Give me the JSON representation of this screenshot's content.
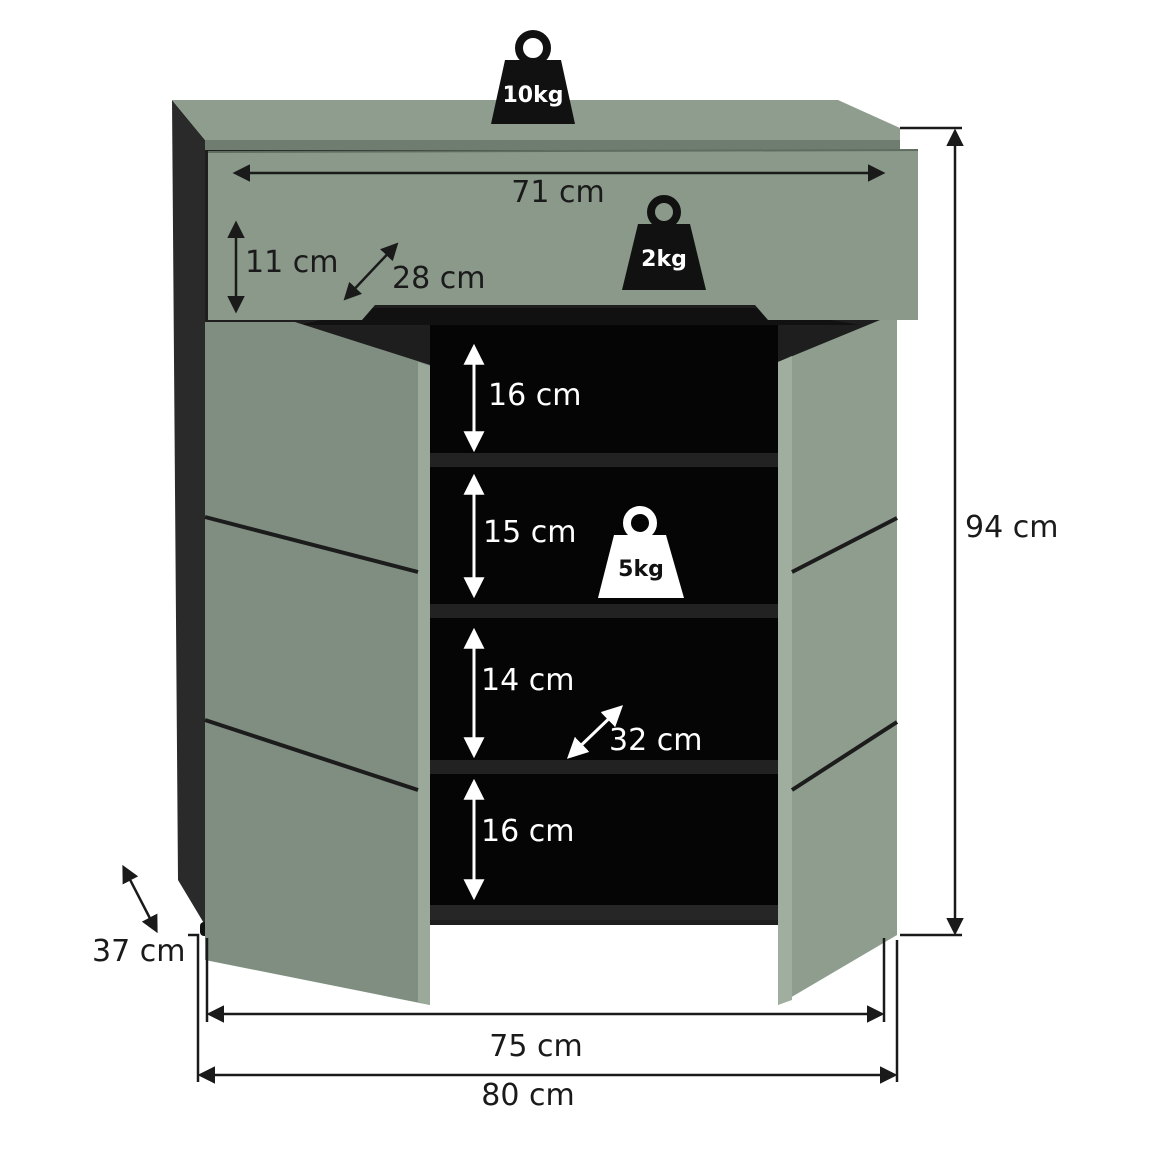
{
  "colors": {
    "panel": "#8e9d8e",
    "panel_dark": "#6f7d70",
    "panel_side": "#7b897c",
    "carcass": "#222222",
    "interior": "#050505",
    "shelf": "#1c1c1c",
    "line": "#1a1a1a",
    "arrow_white": "#ffffff",
    "weight_black": "#111111",
    "weight_white": "#ffffff"
  },
  "weights": {
    "top": "10kg",
    "drawer": "2kg",
    "shelf": "5kg"
  },
  "dimensions": {
    "drawer_width": "71 cm",
    "drawer_height": "11 cm",
    "drawer_depth": "28 cm",
    "shelf_1_height": "16 cm",
    "shelf_2_height": "15 cm",
    "shelf_3_height": "14 cm",
    "shelf_4_height": "16 cm",
    "shelf_depth": "32 cm",
    "total_height": "94 cm",
    "total_depth": "37 cm",
    "body_width": "75 cm",
    "total_width": "80 cm"
  }
}
